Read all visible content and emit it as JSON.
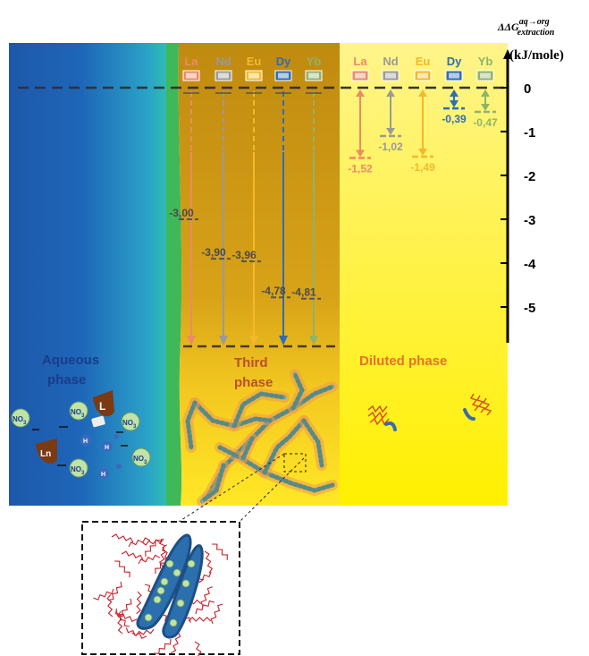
{
  "axis": {
    "title_prefix": "ΔΔG",
    "title_sup": "aq→org",
    "title_sub": "extraction",
    "unit": "(kJ/mole)",
    "ticks": [
      "0",
      "-1",
      "-2",
      "-3",
      "-4",
      "-5"
    ]
  },
  "phases": {
    "aqueous": [
      "Aqueous",
      "phase"
    ],
    "third": [
      "Third",
      "phase"
    ],
    "diluted": "Diluted phase"
  },
  "third_phase": {
    "elements": [
      {
        "symbol": "La",
        "value": "-3,00",
        "color": "#ec8a66"
      },
      {
        "symbol": "Nd",
        "value": "-3,90",
        "color": "#9a9a9a"
      },
      {
        "symbol": "Eu",
        "value": "-3,96",
        "color": "#f4b92a"
      },
      {
        "symbol": "Dy",
        "value": "-4,78",
        "color": "#2e6db4"
      },
      {
        "symbol": "Yb",
        "value": "-4,81",
        "color": "#8fb36a"
      }
    ]
  },
  "diluted_phase": {
    "elements": [
      {
        "symbol": "La",
        "value": "-1,52",
        "color": "#ec8a66"
      },
      {
        "symbol": "Nd",
        "value": "-1,02",
        "color": "#9a9a9a"
      },
      {
        "symbol": "Eu",
        "value": "-1,49",
        "color": "#f4b92a"
      },
      {
        "symbol": "Dy",
        "value": "-0,39",
        "color": "#2e6db4"
      },
      {
        "symbol": "Yb",
        "value": "-0,47",
        "color": "#8fb36a"
      }
    ]
  },
  "species": {
    "nitrate": "NO",
    "nitrate_sub": "3",
    "ligand": "L",
    "metal": "Ln",
    "proton": "H"
  },
  "colors": {
    "aqueous": "#1f5fb0",
    "third": "#c99114",
    "diluted": "#fff36a",
    "dashed": "#3a3a3a"
  }
}
